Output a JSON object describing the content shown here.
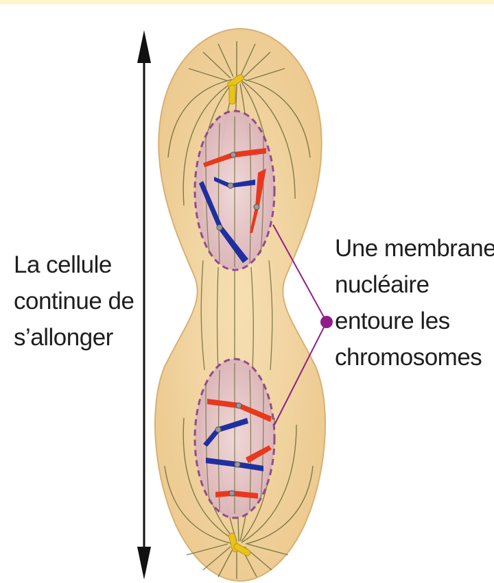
{
  "labels": {
    "elongation": {
      "lines": [
        "La cellule",
        "continue de",
        "s’allonger"
      ]
    },
    "nuclear_membrane": {
      "lines": [
        "Une membrane",
        "nucléaire",
        "entoure les",
        "chromosomes"
      ]
    }
  },
  "colors": {
    "cytoplasm": "#f2d6a6",
    "cytoplasm_outline": "#d9b57a",
    "nucleus": "#e5c7c9",
    "nuclear_envelope": "#8e4d8a",
    "pointer": "#8e1f8a",
    "chromosome_red": "#e8381e",
    "chromosome_blue": "#1f2fa0",
    "centrosome": "#e8c31a",
    "spindle": "#6b6b3a",
    "arrow": "#111111",
    "top_band": "#fdf6c8"
  }
}
